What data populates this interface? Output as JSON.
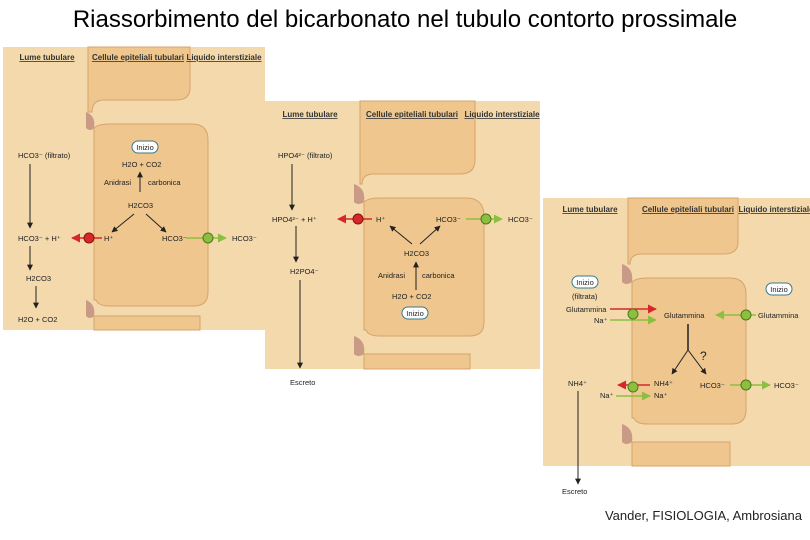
{
  "title": "Riassorbimento del bicarbonato nel tubulo contorto prossimale",
  "credit": "Vander,  FISIOLOGIA, Ambrosiana",
  "colors": {
    "panel_bg": "#f3d9ac",
    "cell": "#eec68e",
    "cell_edge": "#d7a46a",
    "junction": "#c99a86",
    "red": "#d6282b",
    "green": "#8cbf3f",
    "arrow": "#222222"
  },
  "panel1": {
    "header_lume": "Lume tubulare",
    "header_cellule": "Cellule epiteliali tubulari",
    "header_liquido": "Liquido interstiziale",
    "badge": "Inizio",
    "hco3_filtrato": "HCO3⁻ (filtrato)",
    "h2o_co2_cell": "H2O + CO2",
    "anidrasi": "Anidrasi",
    "carbonica": "carbonica",
    "h2co3_cell": "H2CO3",
    "hco3_h_lumen": "HCO3⁻ + H⁺",
    "h_cell": "H⁺",
    "hco3_cell": "HCO3⁻",
    "hco3_interst": "HCO3⁻",
    "h2co3_lumen": "H2CO3",
    "h2o_co2_lumen": "H2O + CO2"
  },
  "panel2": {
    "header_lume": "Lume tubulare",
    "header_cellule": "Cellule epiteliali tubulari",
    "header_liquido": "Liquido interstiziale",
    "hpo4_filtrato": "HPO4²⁻ (filtrato)",
    "hpo4_h": "HPO4²⁻ + H⁺",
    "h_cell": "H⁺",
    "hco3_cell": "HCO3⁻",
    "hco3_interst": "HCO3⁻",
    "h2po4": "H2PO4⁻",
    "h2co3": "H2CO3",
    "anidrasi": "Anidrasi",
    "carbonica": "carbonica",
    "h2o_co2": "H2O + CO2",
    "badge": "Inizio",
    "escreto": "Escreto"
  },
  "panel3": {
    "header_lume": "Lume tubulare",
    "header_cellule": "Cellule epiteliali tubulari",
    "header_liquido": "Liquido interstiziale",
    "badge_left": "Inizio",
    "filtrato": "(filtrata)",
    "glutammina_lumen": "Glutammina",
    "na_lumen": "Na⁺",
    "glutammina_cell": "Glutammina",
    "glutammina_interst": "Glutammina",
    "badge_right": "Inizio",
    "question": "?",
    "nh4_lumen": "NH4⁺",
    "na_lumen2": "Na⁺",
    "nh4_cell": "NH4⁺",
    "na_cell": "Na⁺",
    "hco3_cell": "HCO3⁻",
    "hco3_interst": "HCO3⁻",
    "escreto": "Escreto"
  }
}
